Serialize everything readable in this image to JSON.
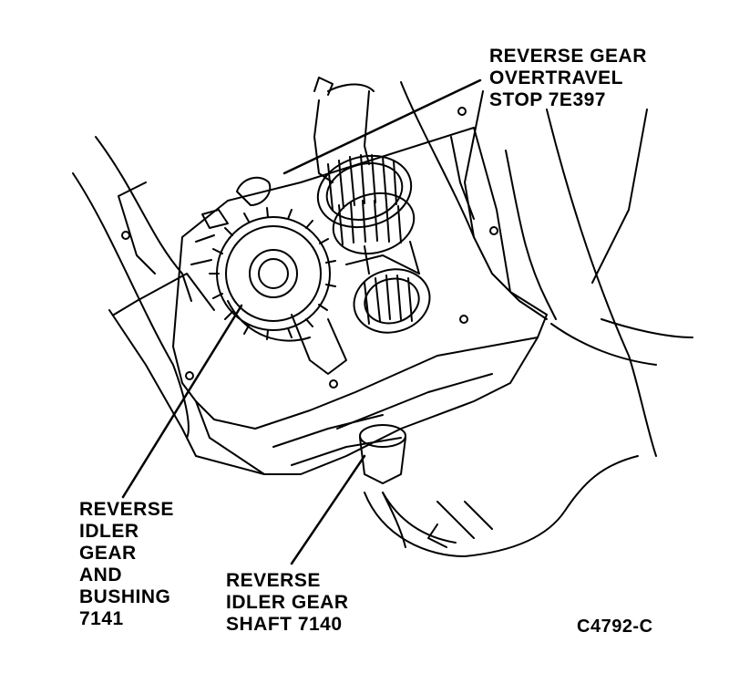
{
  "labels": {
    "overtravel_stop": [
      "REVERSE GEAR",
      "OVERTRAVEL",
      "STOP 7E397"
    ],
    "idler_gear": [
      "REVERSE",
      "IDLER",
      "GEAR",
      "AND",
      "BUSHING",
      "7141"
    ],
    "idler_shaft": [
      "REVERSE",
      "IDLER GEAR",
      "SHAFT 7140"
    ],
    "figure_code": "C4792-C"
  },
  "colors": {
    "ink": "#000000",
    "paper": "#ffffff"
  }
}
